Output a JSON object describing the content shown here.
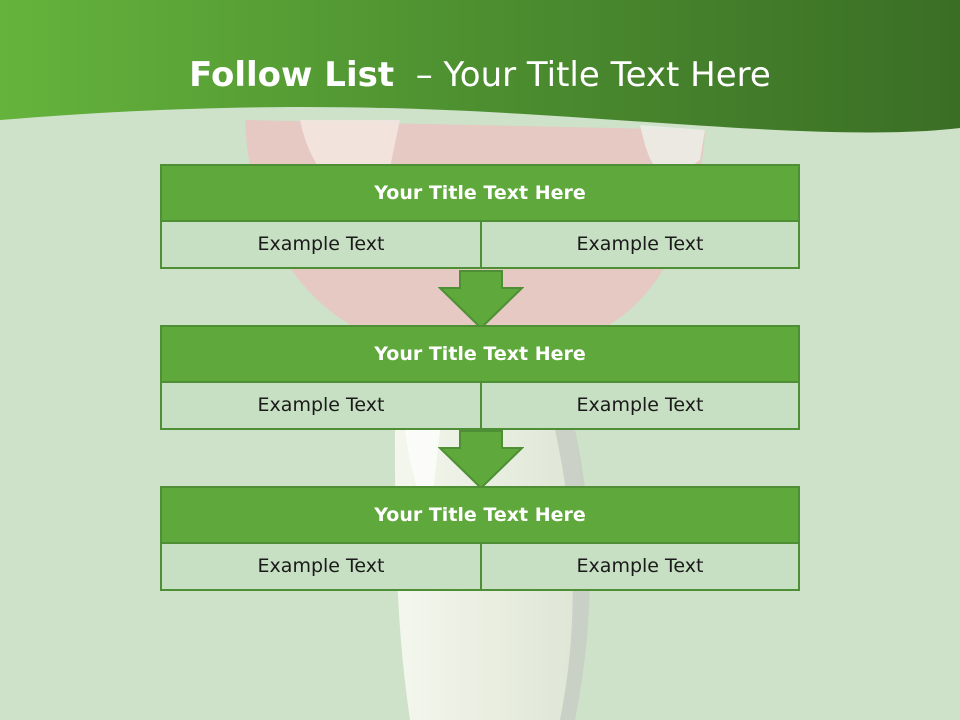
{
  "slide": {
    "title_bold": "Follow List",
    "title_rest": "– Your Title Text Here"
  },
  "steps": [
    {
      "title": "Your Title Text Here",
      "left_text": "Example Text",
      "right_text": "Example Text"
    },
    {
      "title": "Your Title Text Here",
      "left_text": "Example Text",
      "right_text": "Example Text"
    },
    {
      "title": "Your Title Text Here",
      "left_text": "Example Text",
      "right_text": "Example Text"
    }
  ],
  "colors": {
    "background": "#cde2c9",
    "header_green": "#5fa83c",
    "border_green": "#4e8f35",
    "cell_fill": "#c7dfc2",
    "banner_dark": "#3a6e25",
    "banner_light": "#65b33c"
  }
}
